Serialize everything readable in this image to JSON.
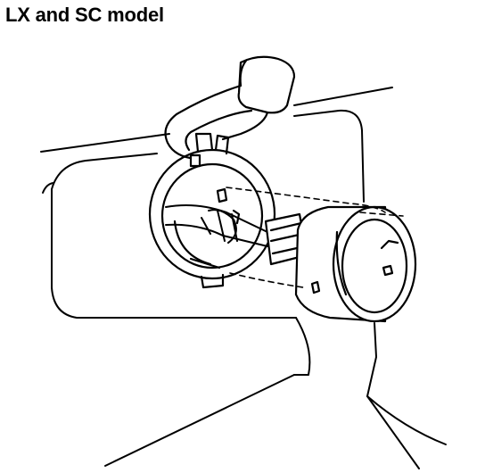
{
  "title": "LX and SC model",
  "colors": {
    "ink": "#000000",
    "paper": "#ffffff"
  },
  "illustration": {
    "subject": "accessory-socket-removal",
    "parts": [
      "console-panel",
      "socket-cover-cap",
      "socket-holder-ring",
      "wire-harness",
      "connector",
      "socket-cylinder"
    ]
  }
}
